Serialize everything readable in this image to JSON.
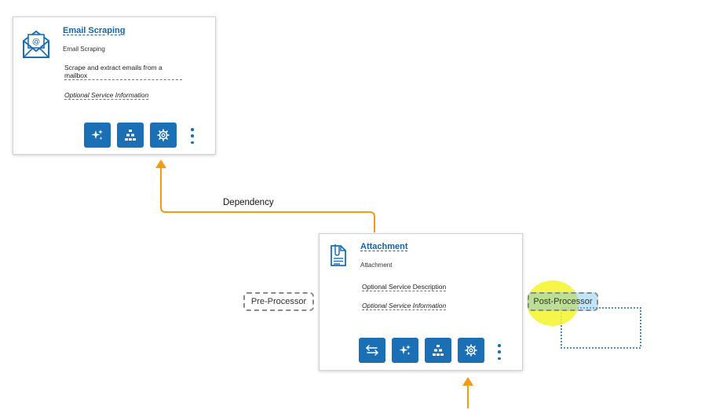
{
  "colors": {
    "accent": "#1a6fb5",
    "edge": "#f39c12",
    "highlight": "#f4f42a",
    "selection": "#1a6fb5"
  },
  "edge": {
    "label": "Dependency"
  },
  "email_card": {
    "icon": "email-envelope-icon",
    "title": "Email Scraping",
    "subtitle": "Email Scraping",
    "description": "Scrape and extract emails from a mailbox",
    "info": "Optional Service Information",
    "actions": [
      "sparkle-icon",
      "hierarchy-icon",
      "gear-icon",
      "kebab-menu-icon"
    ]
  },
  "attachment_card": {
    "icon": "attachment-document-icon",
    "title": "Attachment",
    "subtitle": "Attachment",
    "description": "Optional Service Description",
    "info": "Optional Service Information",
    "actions": [
      "swap-arrows-icon",
      "sparkle-icon",
      "hierarchy-icon",
      "gear-icon",
      "kebab-menu-icon"
    ]
  },
  "ports": {
    "pre": "Pre-Processor",
    "post": "Post-Processor"
  }
}
